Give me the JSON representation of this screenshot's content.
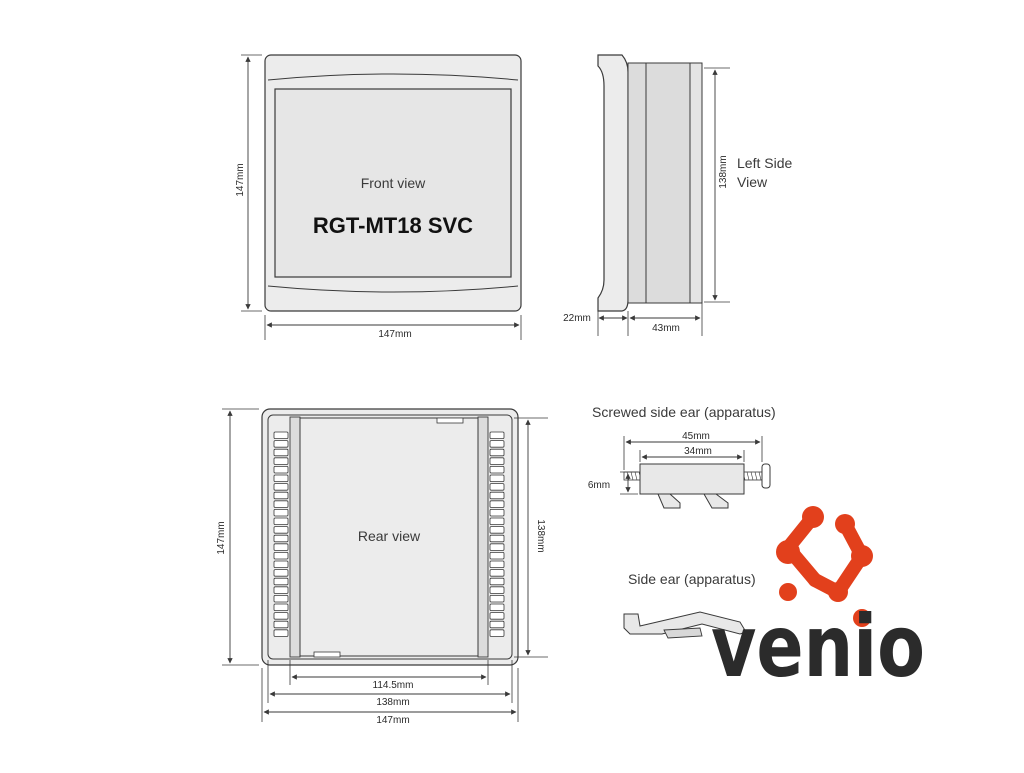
{
  "front": {
    "caption": "Front view",
    "model": "RGT-MT18 SVC",
    "dim_height": "147mm",
    "dim_width": "147mm"
  },
  "side": {
    "caption_line1": "Left Side",
    "caption_line2": "View",
    "dim_height": "138mm",
    "dim_front_depth": "22mm",
    "dim_body_depth": "43mm"
  },
  "rear": {
    "caption": "Rear view",
    "dim_height_outer": "147mm",
    "dim_height_inner": "138mm",
    "dim_width_inner": "114.5mm",
    "dim_width_mid": "138mm",
    "dim_width_outer": "147mm"
  },
  "screwed_ear": {
    "caption": "Screwed side ear (apparatus)",
    "dim_length": "45mm",
    "dim_body": "34mm",
    "dim_height": "6mm"
  },
  "side_ear": {
    "caption": "Side ear (apparatus)"
  },
  "logo": {
    "text": "venio",
    "text_color": "#1f3f8f",
    "accent_color": "#e2401c"
  },
  "colors": {
    "line": "#3a3a3a",
    "panel_fill": "#ececec",
    "body_fill": "#dcdcdc"
  }
}
